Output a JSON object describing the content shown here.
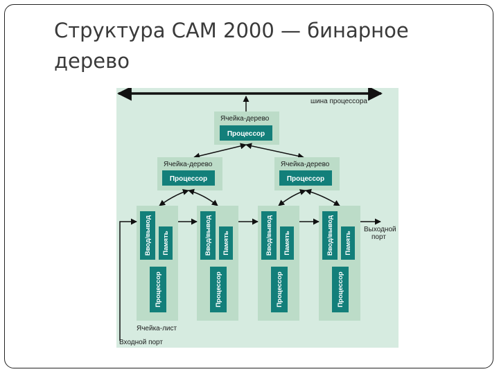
{
  "slide": {
    "title": "Структура CAM 2000 — бинарное дерево"
  },
  "diagram": {
    "bus_label": "шина процессора",
    "tree_cell_label": "Ячейка-дерево",
    "processor_label": "Процессор",
    "io_label": "Ввод/вывод",
    "memory_label": "Память",
    "output_port_label_1": "Выходной",
    "output_port_label_2": "порт",
    "leaf_cell_label": "Ячейка-лист",
    "input_port_label": "Входной порт",
    "colors": {
      "background": "#d6ebe0",
      "cell": "#bcdcc8",
      "box": "#137f7a",
      "line": "#111111"
    }
  }
}
